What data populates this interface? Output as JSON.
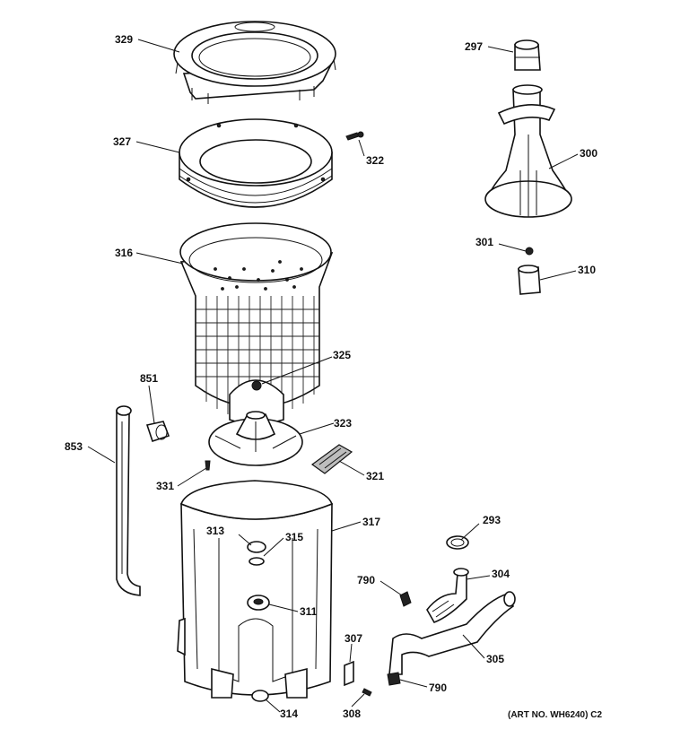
{
  "diagram": {
    "art_number": "(ART NO. WH6240) C2",
    "callouts": {
      "p329": "329",
      "p327": "327",
      "p322": "322",
      "p316": "316",
      "p325": "325",
      "p851": "851",
      "p853": "853",
      "p323": "323",
      "p321": "321",
      "p331": "331",
      "p317": "317",
      "p313": "313",
      "p315": "315",
      "p311": "311",
      "p314": "314",
      "p307": "307",
      "p308": "308",
      "p790a": "790",
      "p790b": "790",
      "p297": "297",
      "p300": "300",
      "p301": "301",
      "p310": "310",
      "p293": "293",
      "p304": "304",
      "p305": "305"
    }
  }
}
